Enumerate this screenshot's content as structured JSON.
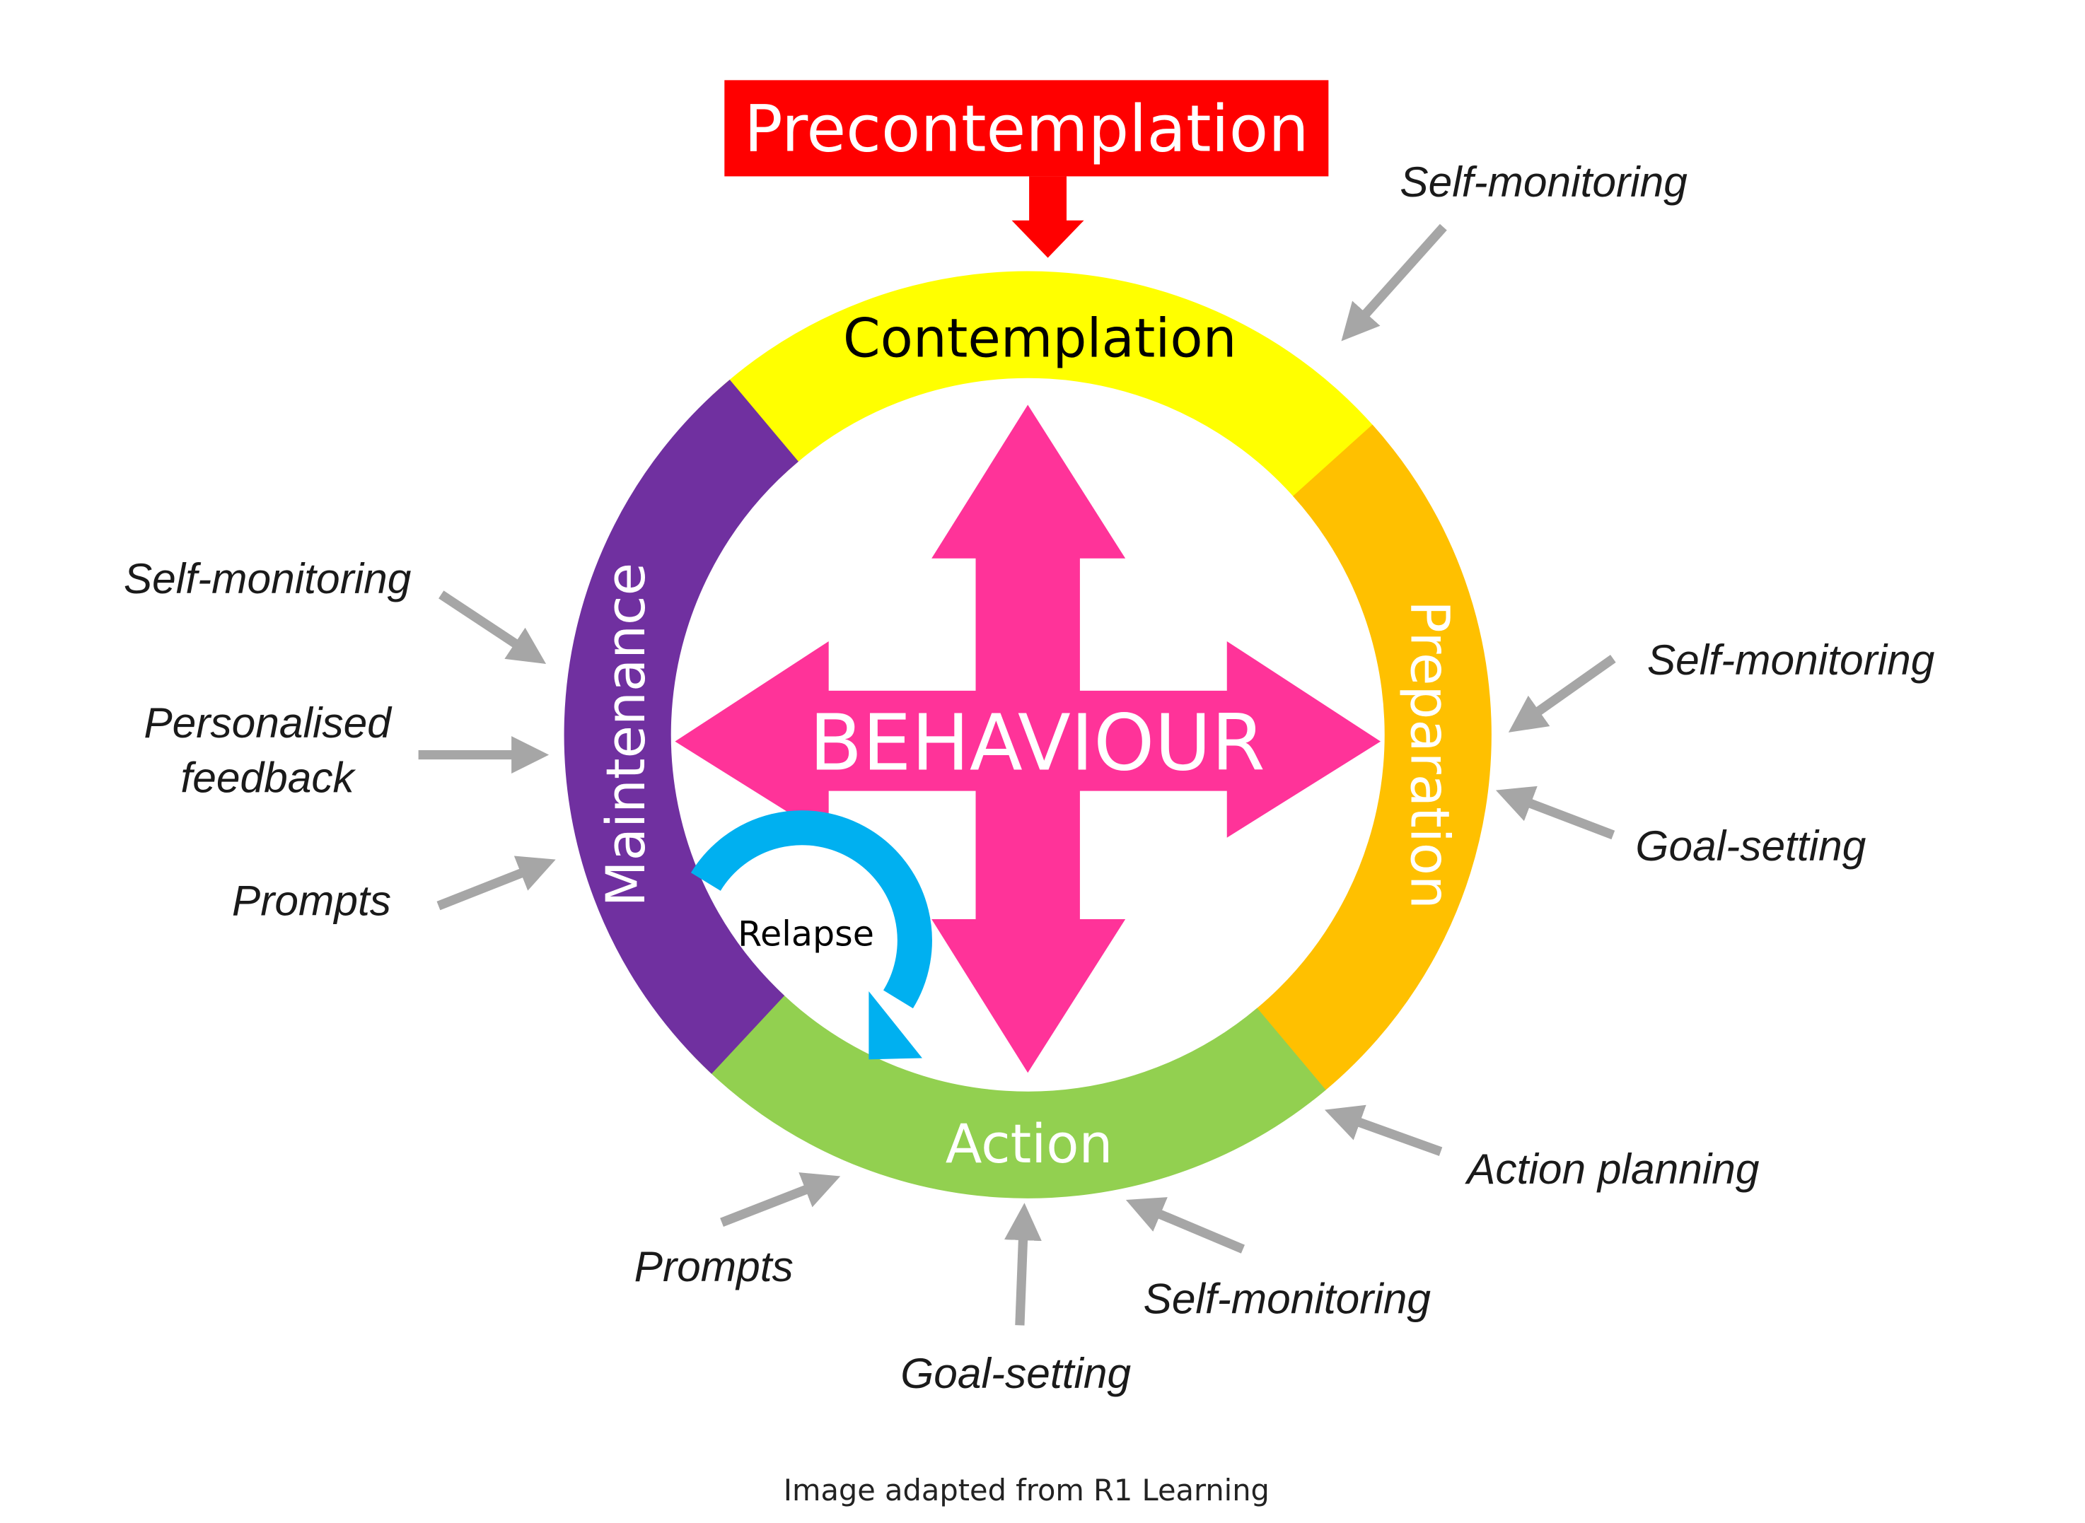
{
  "precontemplation": {
    "label": "Precontemplation",
    "color": "#ff0000"
  },
  "stages": {
    "contemplation": {
      "label": "Contemplation",
      "color": "#ffff00"
    },
    "preparation": {
      "label": "Preparation",
      "color": "#ffc000"
    },
    "action": {
      "label": "Action",
      "color": "#92d050"
    },
    "maintenance": {
      "label": "Maintenance",
      "color": "#7030a0"
    }
  },
  "center": {
    "label": "BEHAVIOUR",
    "color": "#ff3399"
  },
  "relapse": {
    "label": "Relapse",
    "color": "#00b0f0"
  },
  "techniques": [
    "Self-monitoring",
    "Self-monitoring",
    "Personalised",
    "feedback",
    "Prompts",
    "Self-monitoring",
    "Goal-setting",
    "Action planning",
    "Self-monitoring",
    "Goal-setting",
    "Prompts"
  ],
  "caption": "Image adapted from R1 Learning"
}
